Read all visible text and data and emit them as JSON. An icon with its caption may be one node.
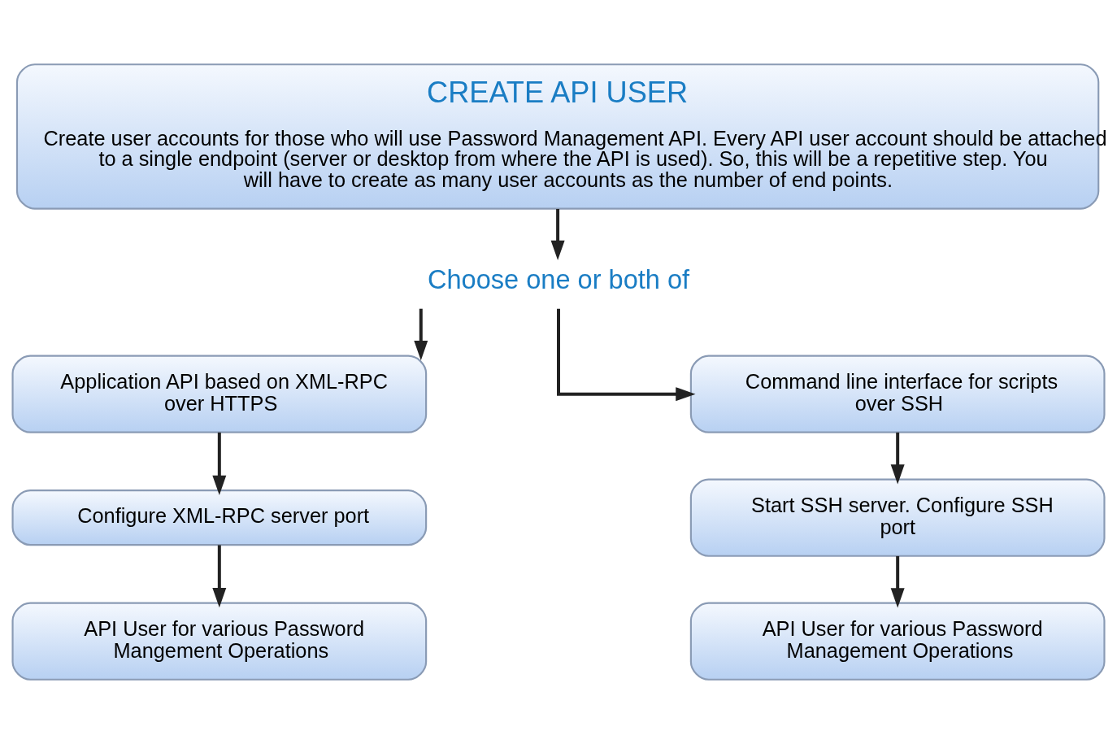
{
  "diagram": {
    "nodes": [
      {
        "text": [
          "CREATE API USER",
          "Create user accounts for those who will use Password Management API. Every API user account should be attached to a single endpoint (server or desktop from where the API is used). So, this will be a repetitive step. You will have to create as many user accounts as the number of end points."
        ]
      },
      {
        "text": [
          "Choose one or both of"
        ]
      },
      {
        "text": [
          "Application API based on XML-RPC over HTTPS"
        ]
      },
      {
        "text": [
          "Configure XML-RPC server port"
        ]
      },
      {
        "text": [
          "API User for various Password Mangement Operations"
        ]
      },
      {
        "text": [
          "Command line interface for scripts over SSH"
        ]
      },
      {
        "text": [
          "Start SSH server. Configure SSH port"
        ]
      },
      {
        "text": [
          "API User for various Password Management Operations"
        ]
      }
    ],
    "edges": [
      {
        "from": 0,
        "to": 1,
        "arrow": "to"
      },
      {
        "from": 1,
        "to": 2,
        "arrow": "to"
      },
      {
        "from": 1,
        "to": 5,
        "arrow": "to"
      },
      {
        "from": 2,
        "to": 3,
        "arrow": "to"
      },
      {
        "from": 3,
        "to": 4,
        "arrow": "to"
      },
      {
        "from": 5,
        "to": 6,
        "arrow": "to"
      },
      {
        "from": 6,
        "to": 7,
        "arrow": "to"
      }
    ]
  }
}
